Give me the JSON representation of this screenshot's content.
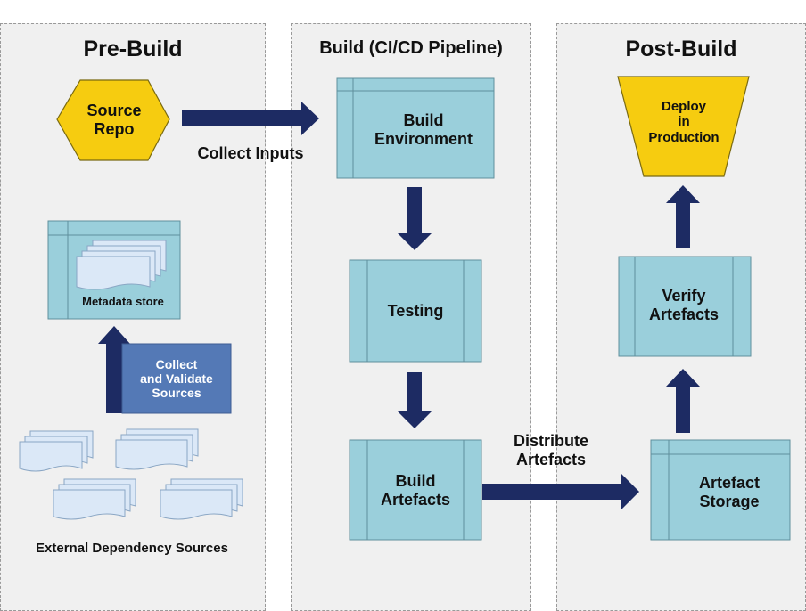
{
  "lanes": {
    "pre_build": "Pre-Build",
    "build": "Build (CI/CD Pipeline)",
    "post_build": "Post-Build"
  },
  "nodes": {
    "source_repo": "Source\nRepo",
    "build_environment": "Build\nEnvironment",
    "testing": "Testing",
    "build_artefacts": "Build\nArtefacts",
    "artefact_storage": "Artefact\nStorage",
    "verify_artefacts": "Verify\nArtefacts",
    "deploy": "Deploy\nin\nProduction",
    "metadata_store": "Metadata store",
    "collect_validate": "Collect\nand Validate\nSources",
    "external_sources": "External Dependency Sources"
  },
  "edges": {
    "collect_inputs": "Collect Inputs",
    "distribute_artefacts": "Distribute\nArtefacts"
  },
  "colors": {
    "lane_bg": "#f0f0f0",
    "box_fill": "#9acfdb",
    "box_stroke": "#5f8f9c",
    "arrow": "#1d2b63",
    "source_fill": "#f6cc10",
    "collect_fill": "#5479b6",
    "doc_fill": "#dbe8f7"
  }
}
